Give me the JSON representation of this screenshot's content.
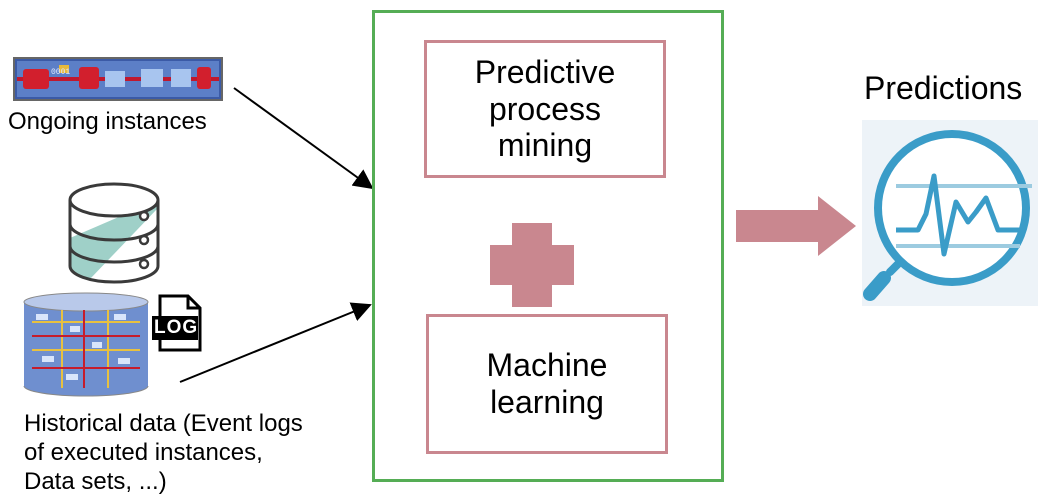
{
  "inputs": {
    "ongoing_label": "Ongoing instances",
    "historical_label": "Historical data (Event logs of executed instances, Data sets, ...)",
    "log_badge": "LOG"
  },
  "center": {
    "top_box": "Predictive process mining",
    "bottom_box": "Machine learning"
  },
  "output": {
    "title": "Predictions"
  },
  "colors": {
    "frame": "#55ad55",
    "box_border": "#c9878f",
    "plus": "#c9878f",
    "arrow": "#c9878f",
    "accent_blue": "#3a9cc8",
    "teal": "#9fd0c8"
  }
}
